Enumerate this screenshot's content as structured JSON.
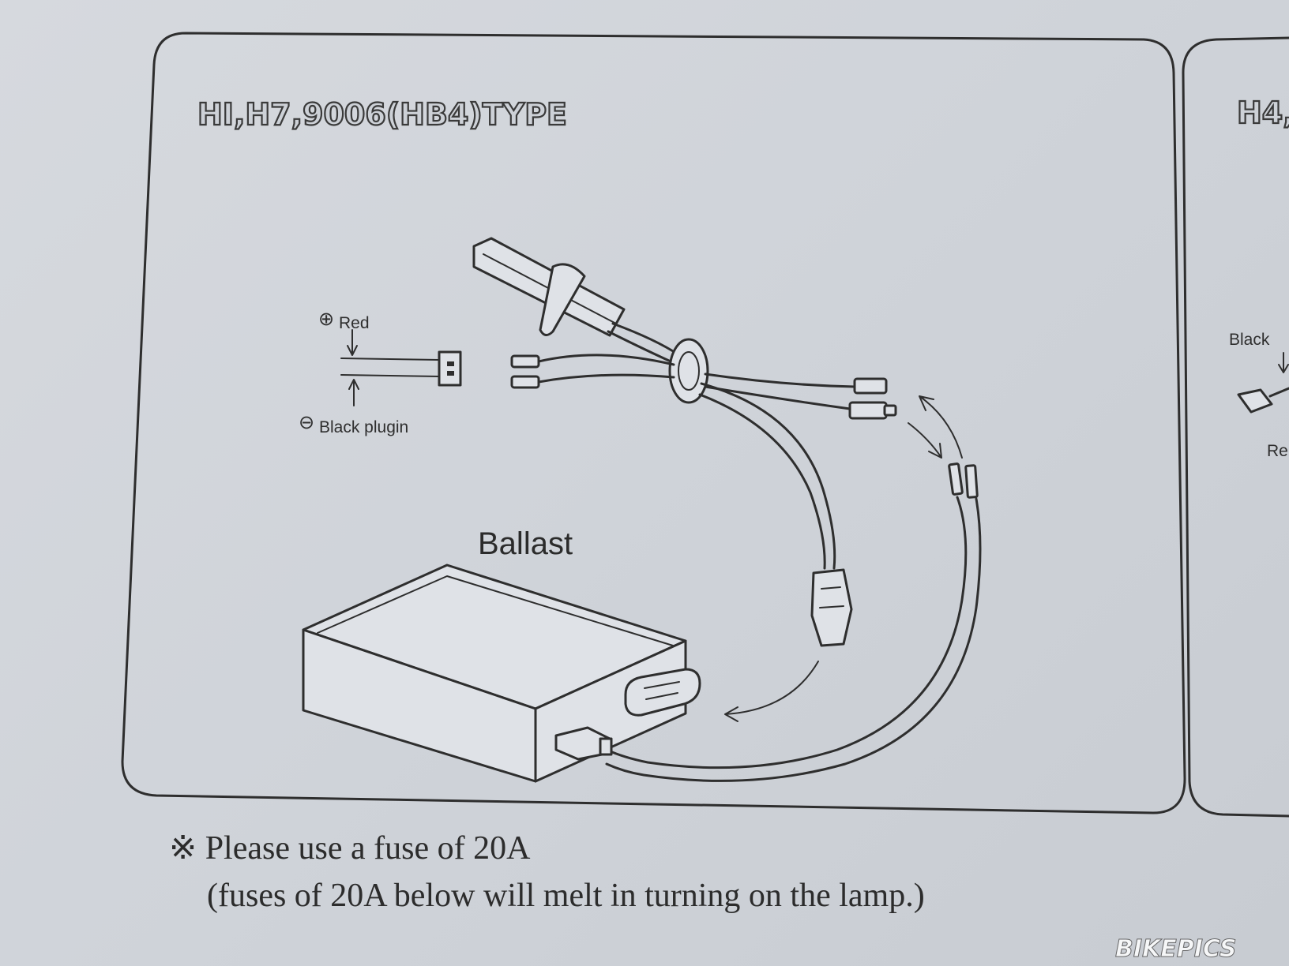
{
  "panel_main": {
    "title": "HI,H7,9006(HB4)TYPE"
  },
  "panel_side": {
    "title": "H4,",
    "label_black": "Black",
    "label_red": "Re"
  },
  "wiring": {
    "label_red": "Red",
    "label_black_plugin": "Black plugin",
    "symbol_positive": "⊕",
    "symbol_negative": "⊖"
  },
  "ballast": {
    "label": "Ballast"
  },
  "note": {
    "line1": "※ Please use a fuse of 20A",
    "line2": "(fuses of 20A below will melt in turning on the lamp.)"
  },
  "watermark": {
    "text": "BIKEPICS"
  }
}
